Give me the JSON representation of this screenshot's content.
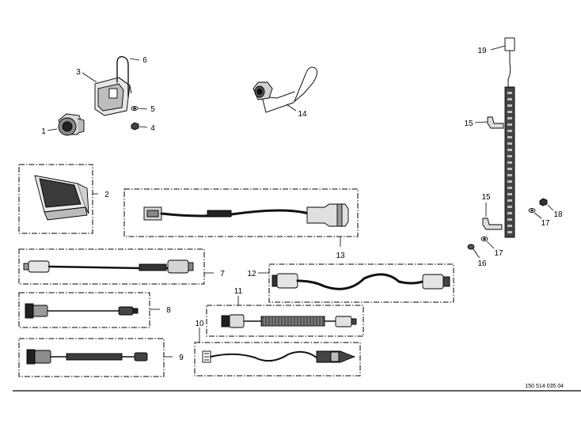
{
  "title": "",
  "document_number": "150 514 035 04",
  "callouts": {
    "c1": "1",
    "c2": "2",
    "c3": "3",
    "c4": "4",
    "c5": "5",
    "c6": "6",
    "c7": "7",
    "c8": "8",
    "c9": "9",
    "c10": "10",
    "c11": "11",
    "c12": "12",
    "c13": "13",
    "c14": "14",
    "c15a": "15",
    "c15b": "15",
    "c16": "16",
    "c17a": "17",
    "c17b": "17",
    "c18": "18",
    "c19": "19"
  }
}
